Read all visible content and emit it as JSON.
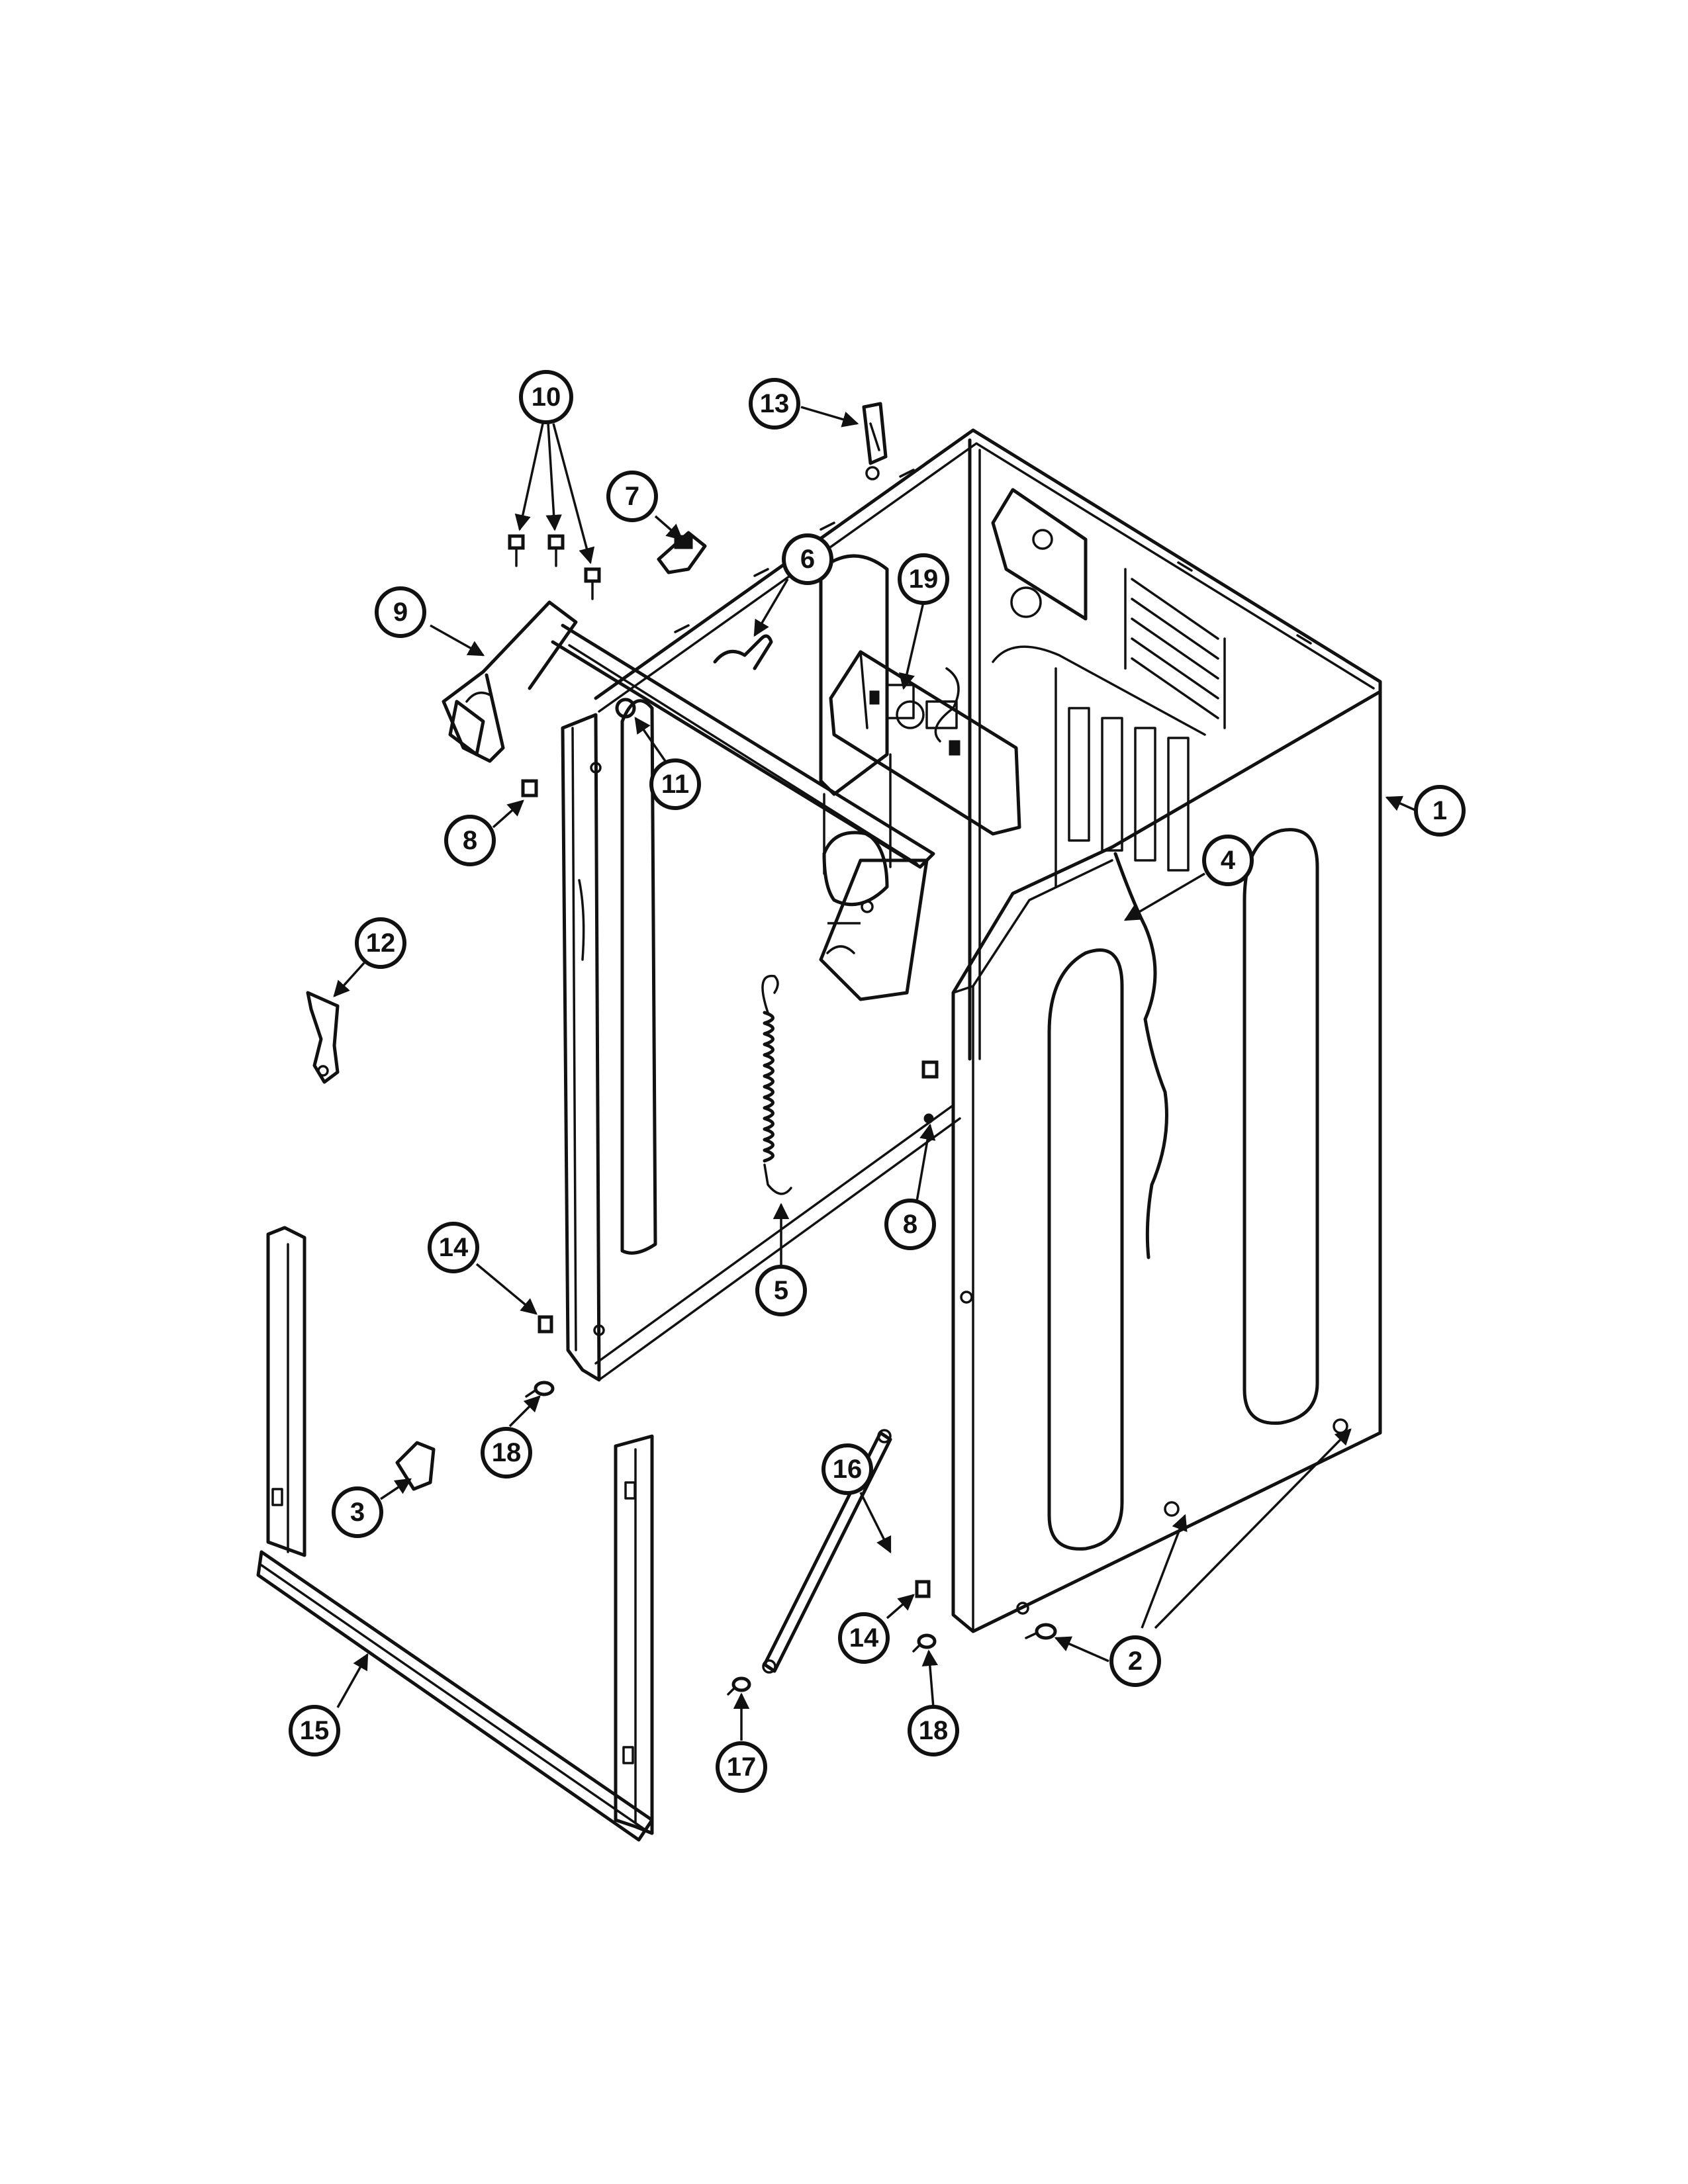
{
  "callouts": [
    "1",
    "2",
    "3",
    "4",
    "5",
    "6",
    "7",
    "8",
    "8",
    "9",
    "10",
    "11",
    "12",
    "13",
    "14",
    "14",
    "15",
    "16",
    "17",
    "18",
    "18",
    "19"
  ]
}
